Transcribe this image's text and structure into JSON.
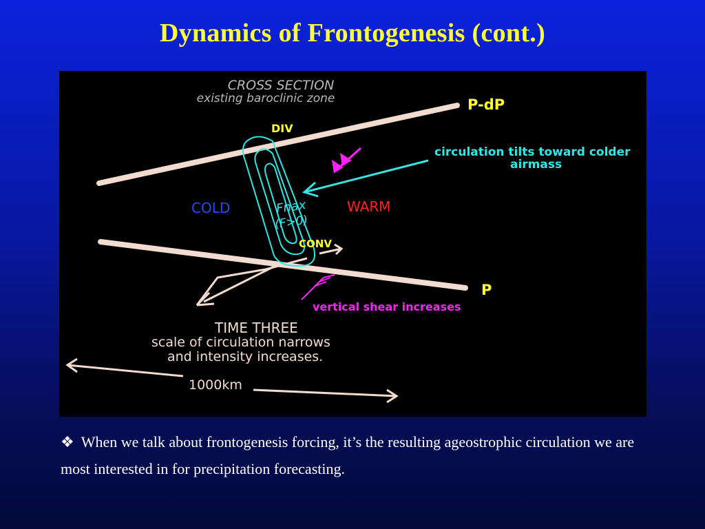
{
  "slide": {
    "title": "Dynamics of Frontogenesis (cont.)",
    "bullet_symbol": "❖",
    "caption": "When we talk about frontogenesis forcing, it’s the resulting ageostrophic circulation we are most interested in for precipitation forecasting."
  },
  "diagram": {
    "title_line1": "CROSS SECTION",
    "title_line2": "existing baroclinic zone",
    "upper_level_label": "P-dP",
    "lower_level_label": "P",
    "div_label": "DIV",
    "conv_label": "CONV",
    "frontogenesis_label_1": "Fnax",
    "frontogenesis_label_2": "(F>0)",
    "cold_label": "COLD",
    "warm_label": "WARM",
    "circulation_note_line1": "circulation tilts toward colder",
    "circulation_note_line2": "airmass",
    "shear_note": "vertical shear increases",
    "time_label": "TIME THREE",
    "scale_note_line1": "scale of circulation narrows",
    "scale_note_line2": "and intensity increases.",
    "distance_label": "1000km",
    "colors": {
      "cold": "#1f4cff",
      "warm": "#ff2222",
      "circulation": "#33e6e6",
      "shear": "#ff22ff",
      "div_conv": "#ffff33",
      "line": "#f2dccf"
    }
  }
}
